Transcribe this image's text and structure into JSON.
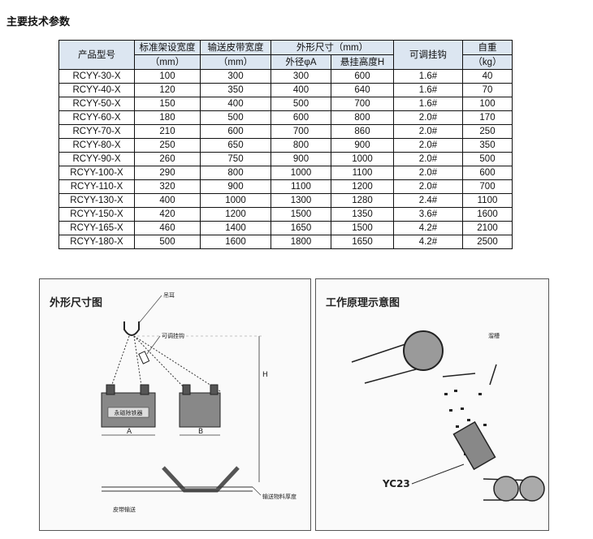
{
  "section_title": "主要技术参数",
  "table": {
    "headers": {
      "model": "产品型号",
      "frame_width": "标准架设宽度",
      "frame_width_unit": "（mm）",
      "belt_width": "输送皮带宽度",
      "belt_width_unit": "（mm）",
      "dims": "外形尺寸（mm）",
      "outer_diameter": "外径φA",
      "hang_height": "悬挂高度H",
      "hook": "可调挂钩",
      "weight": "自重",
      "weight_unit": "（kg）"
    },
    "rows": [
      [
        "RCYY-30-X",
        "100",
        "300",
        "300",
        "600",
        "1.6#",
        "40"
      ],
      [
        "RCYY-40-X",
        "120",
        "350",
        "400",
        "640",
        "1.6#",
        "70"
      ],
      [
        "RCYY-50-X",
        "150",
        "400",
        "500",
        "700",
        "1.6#",
        "100"
      ],
      [
        "RCYY-60-X",
        "180",
        "500",
        "600",
        "800",
        "2.0#",
        "170"
      ],
      [
        "RCYY-70-X",
        "210",
        "600",
        "700",
        "860",
        "2.0#",
        "250"
      ],
      [
        "RCYY-80-X",
        "250",
        "650",
        "800",
        "900",
        "2.0#",
        "350"
      ],
      [
        "RCYY-90-X",
        "260",
        "750",
        "900",
        "1000",
        "2.0#",
        "500"
      ],
      [
        "RCYY-100-X",
        "290",
        "800",
        "1000",
        "1100",
        "2.0#",
        "600"
      ],
      [
        "RCYY-110-X",
        "320",
        "900",
        "1100",
        "1200",
        "2.0#",
        "700"
      ],
      [
        "RCYY-130-X",
        "400",
        "1000",
        "1300",
        "1280",
        "2.4#",
        "1100"
      ],
      [
        "RCYY-150-X",
        "420",
        "1200",
        "1500",
        "1350",
        "3.6#",
        "1600"
      ],
      [
        "RCYY-165-X",
        "460",
        "1400",
        "1650",
        "1500",
        "4.2#",
        "2100"
      ],
      [
        "RCYY-180-X",
        "500",
        "1600",
        "1800",
        "1650",
        "4.2#",
        "2500"
      ]
    ]
  },
  "figures": {
    "left": {
      "title": "外形尺寸图",
      "labels": {
        "hanger": "吊耳",
        "adjustable_hook": "可调挂钩",
        "device": "永磁除铁器",
        "dim_a": "A",
        "dim_b": "B",
        "dim_h": "H",
        "belt": "皮带输送",
        "material_thickness": "输送物料厚度"
      }
    },
    "right": {
      "title": "工作原理示意图",
      "labels": {
        "chute": "溜槽",
        "model": "YC23"
      }
    }
  }
}
